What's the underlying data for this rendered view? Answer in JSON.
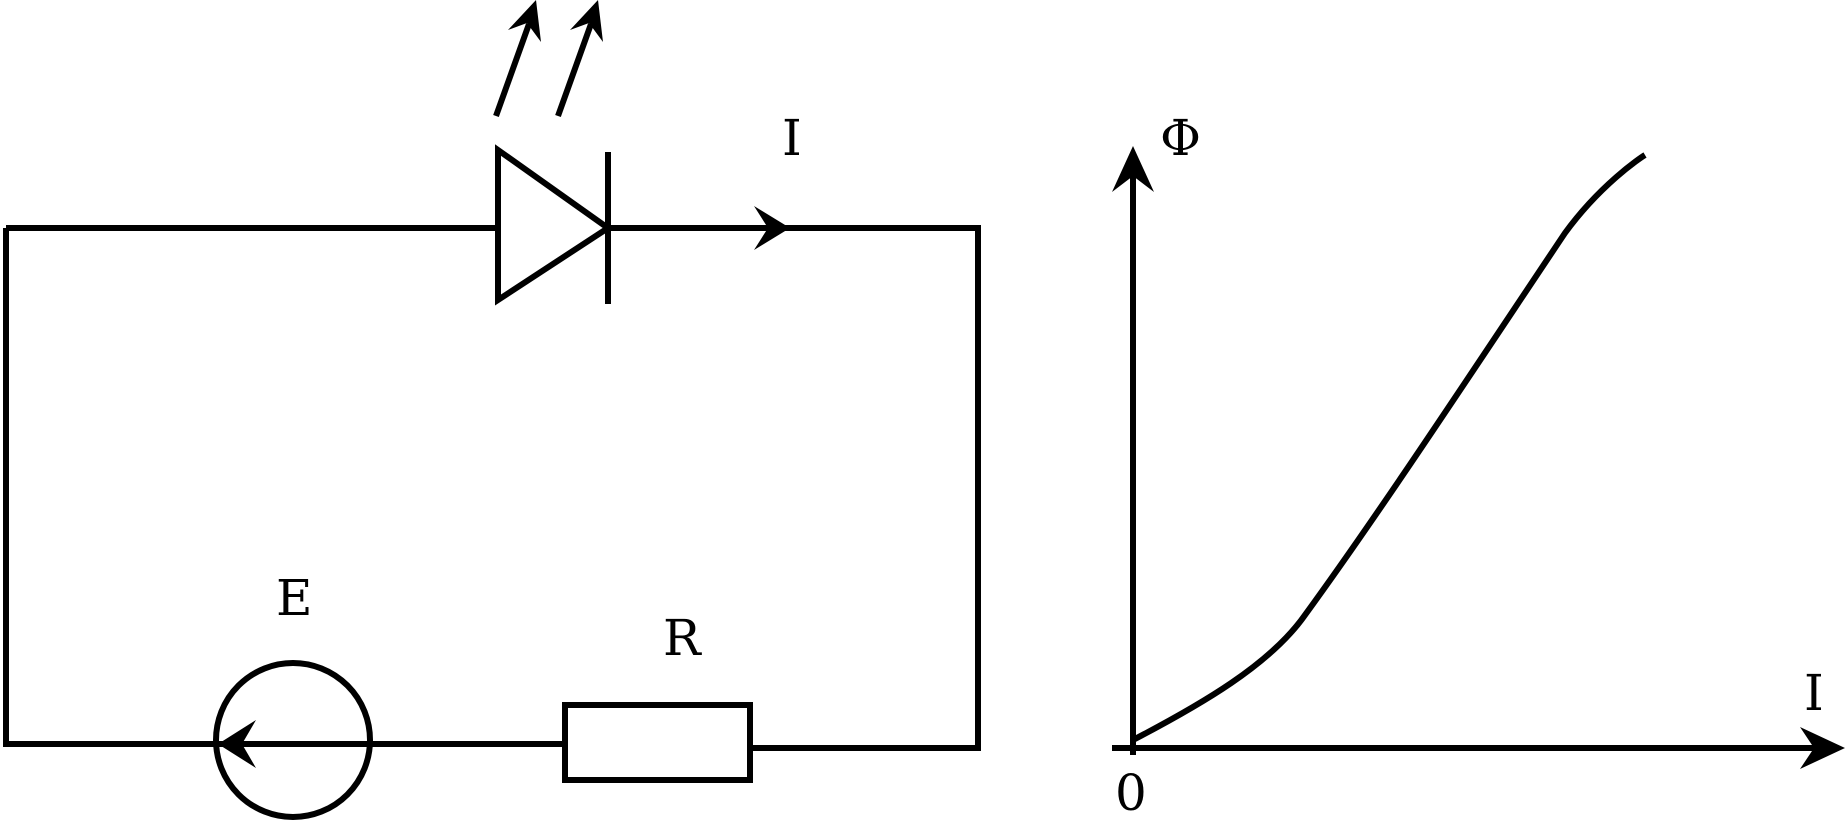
{
  "circuit": {
    "current_label": "I",
    "source_label": "E",
    "resistor_label": "R"
  },
  "graph": {
    "y_axis_label": "Φ",
    "x_axis_label": "I",
    "origin_label": "0"
  },
  "colors": {
    "line": "#000000",
    "background": "#ffffff"
  }
}
